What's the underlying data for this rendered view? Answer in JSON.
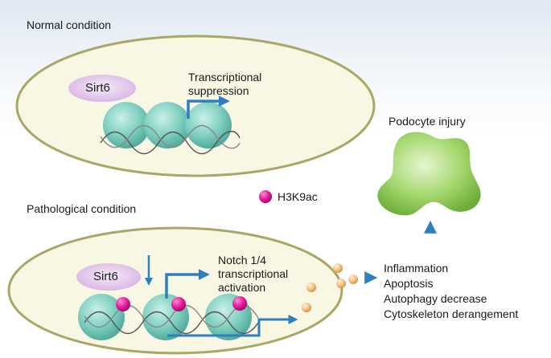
{
  "diagram": {
    "normal": {
      "title": "Normal condition",
      "protein": "Sirt6",
      "effect": "Transcriptional\nsuppression"
    },
    "pathological": {
      "title": "Pathological condition",
      "protein": "Sirt6",
      "effect": "Notch 1/4\ntranscriptional\nactivation"
    },
    "legend": {
      "marker_label": "H3K9ac",
      "marker_color": "#e8189c"
    },
    "outcomes": [
      "Inflammation",
      "Apoptosis",
      "Autophagy decrease",
      "Cytoskeleton derangement"
    ],
    "result": "Podocyte injury",
    "colors": {
      "cell_fill": "#f7f7e4",
      "cell_border": "#a9a766",
      "nucleosome": "#7fcfc0",
      "sirt6": "#e3c6ec",
      "arrow": "#2e7fbf",
      "podocyte": "#7fbf4a",
      "secreted": "#f0b870"
    }
  }
}
